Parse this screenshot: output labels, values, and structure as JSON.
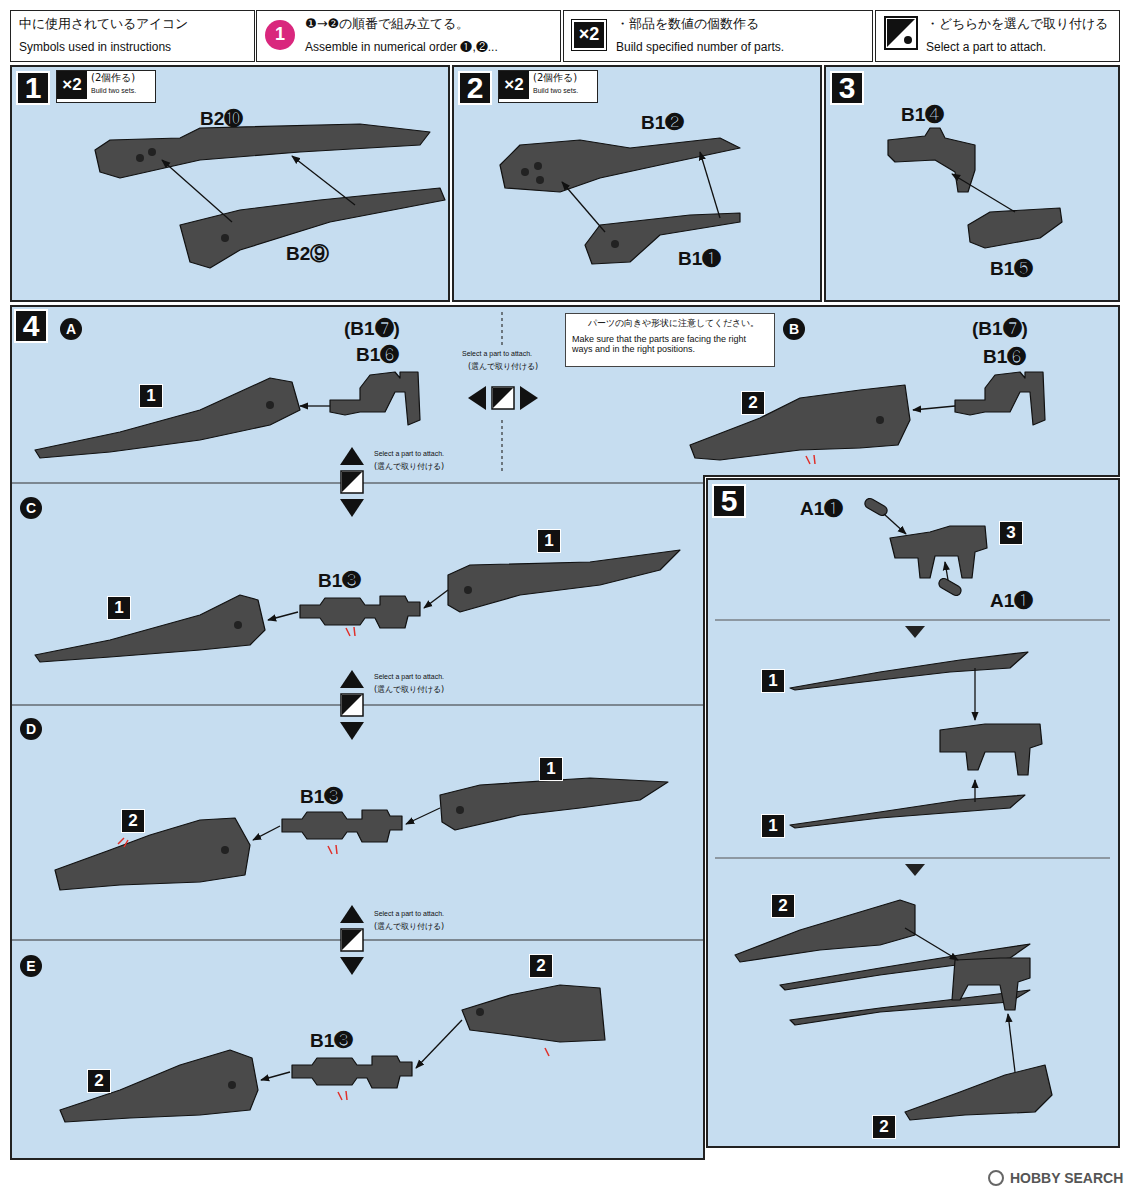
{
  "diagram": {
    "nodes": [
      {
        "text": [
          "中に使用されているアイコン",
          "Symbols used in instructions"
        ]
      },
      {
        "text": [
          "1",
          "❶→❷の順番で組み立てる。",
          "Assemble in numerical order ❶,❷..."
        ]
      },
      {
        "text": [
          "×2",
          "・部品を数値の個数作る",
          "Build specified number of parts."
        ]
      },
      {
        "text": [
          "・どちらかを選んで取り付ける",
          "Select a part to attach."
        ]
      },
      {
        "text": [
          "1"
        ]
      },
      {
        "text": [
          "×2",
          "(2個作る)",
          "Build two sets."
        ],
        "in": 4
      },
      {
        "text": [
          "2"
        ]
      },
      {
        "text": [
          "×2",
          "(2個作る)",
          "Build two sets."
        ],
        "in": 6
      },
      {
        "text": [
          "3"
        ]
      },
      {
        "text": [
          "4"
        ]
      },
      {
        "text": [
          "A"
        ],
        "in": 9
      },
      {
        "text": [
          "1"
        ],
        "in": 9
      },
      {
        "text": [
          "パーツの向きや形状に注意してください。",
          "Make sure that the parts are facing the right ways and in the right positions."
        ],
        "in": 9
      },
      {
        "text": [
          "B"
        ],
        "in": 9
      },
      {
        "text": [
          "2"
        ],
        "in": 9
      },
      {
        "text": [
          "C"
        ],
        "in": 9
      },
      {
        "text": [
          "1"
        ],
        "in": 9
      },
      {
        "text": [
          "1"
        ],
        "in": 9
      },
      {
        "text": [
          "D"
        ],
        "in": 9
      },
      {
        "text": [
          "2"
        ],
        "in": 9
      },
      {
        "text": [
          "1"
        ],
        "in": 9
      },
      {
        "text": [
          "E"
        ],
        "in": 9
      },
      {
        "text": [
          "2"
        ],
        "in": 9
      },
      {
        "text": [
          "2"
        ],
        "in": 9
      },
      {
        "text": [
          "5"
        ]
      },
      {
        "text": [
          "3"
        ],
        "in": 24
      },
      {
        "text": [
          "1"
        ],
        "in": 24
      },
      {
        "text": [
          "1"
        ],
        "in": 24
      },
      {
        "text": [
          "2"
        ],
        "in": 24
      },
      {
        "text": [
          "2"
        ],
        "in": 24
      }
    ],
    "labels": [
      "B2❿",
      "B2⑨",
      "B1❷",
      "B1❶",
      "B1❹",
      "B1❺",
      "(B1❼)",
      "B1❻",
      "Select a part to attach.",
      "(選んで取り付ける)",
      "(B1❼)",
      "B1❻",
      "Select a part to attach.",
      "(選んで取り付ける)",
      "B1❸",
      "Select a part to attach.",
      "(選んで取り付ける)",
      "B1❸",
      "Select a part to attach.",
      "(選んで取り付ける)",
      "B1❸",
      "A1❶",
      "A1❶",
      "HOBBY SEARCH"
    ]
  }
}
